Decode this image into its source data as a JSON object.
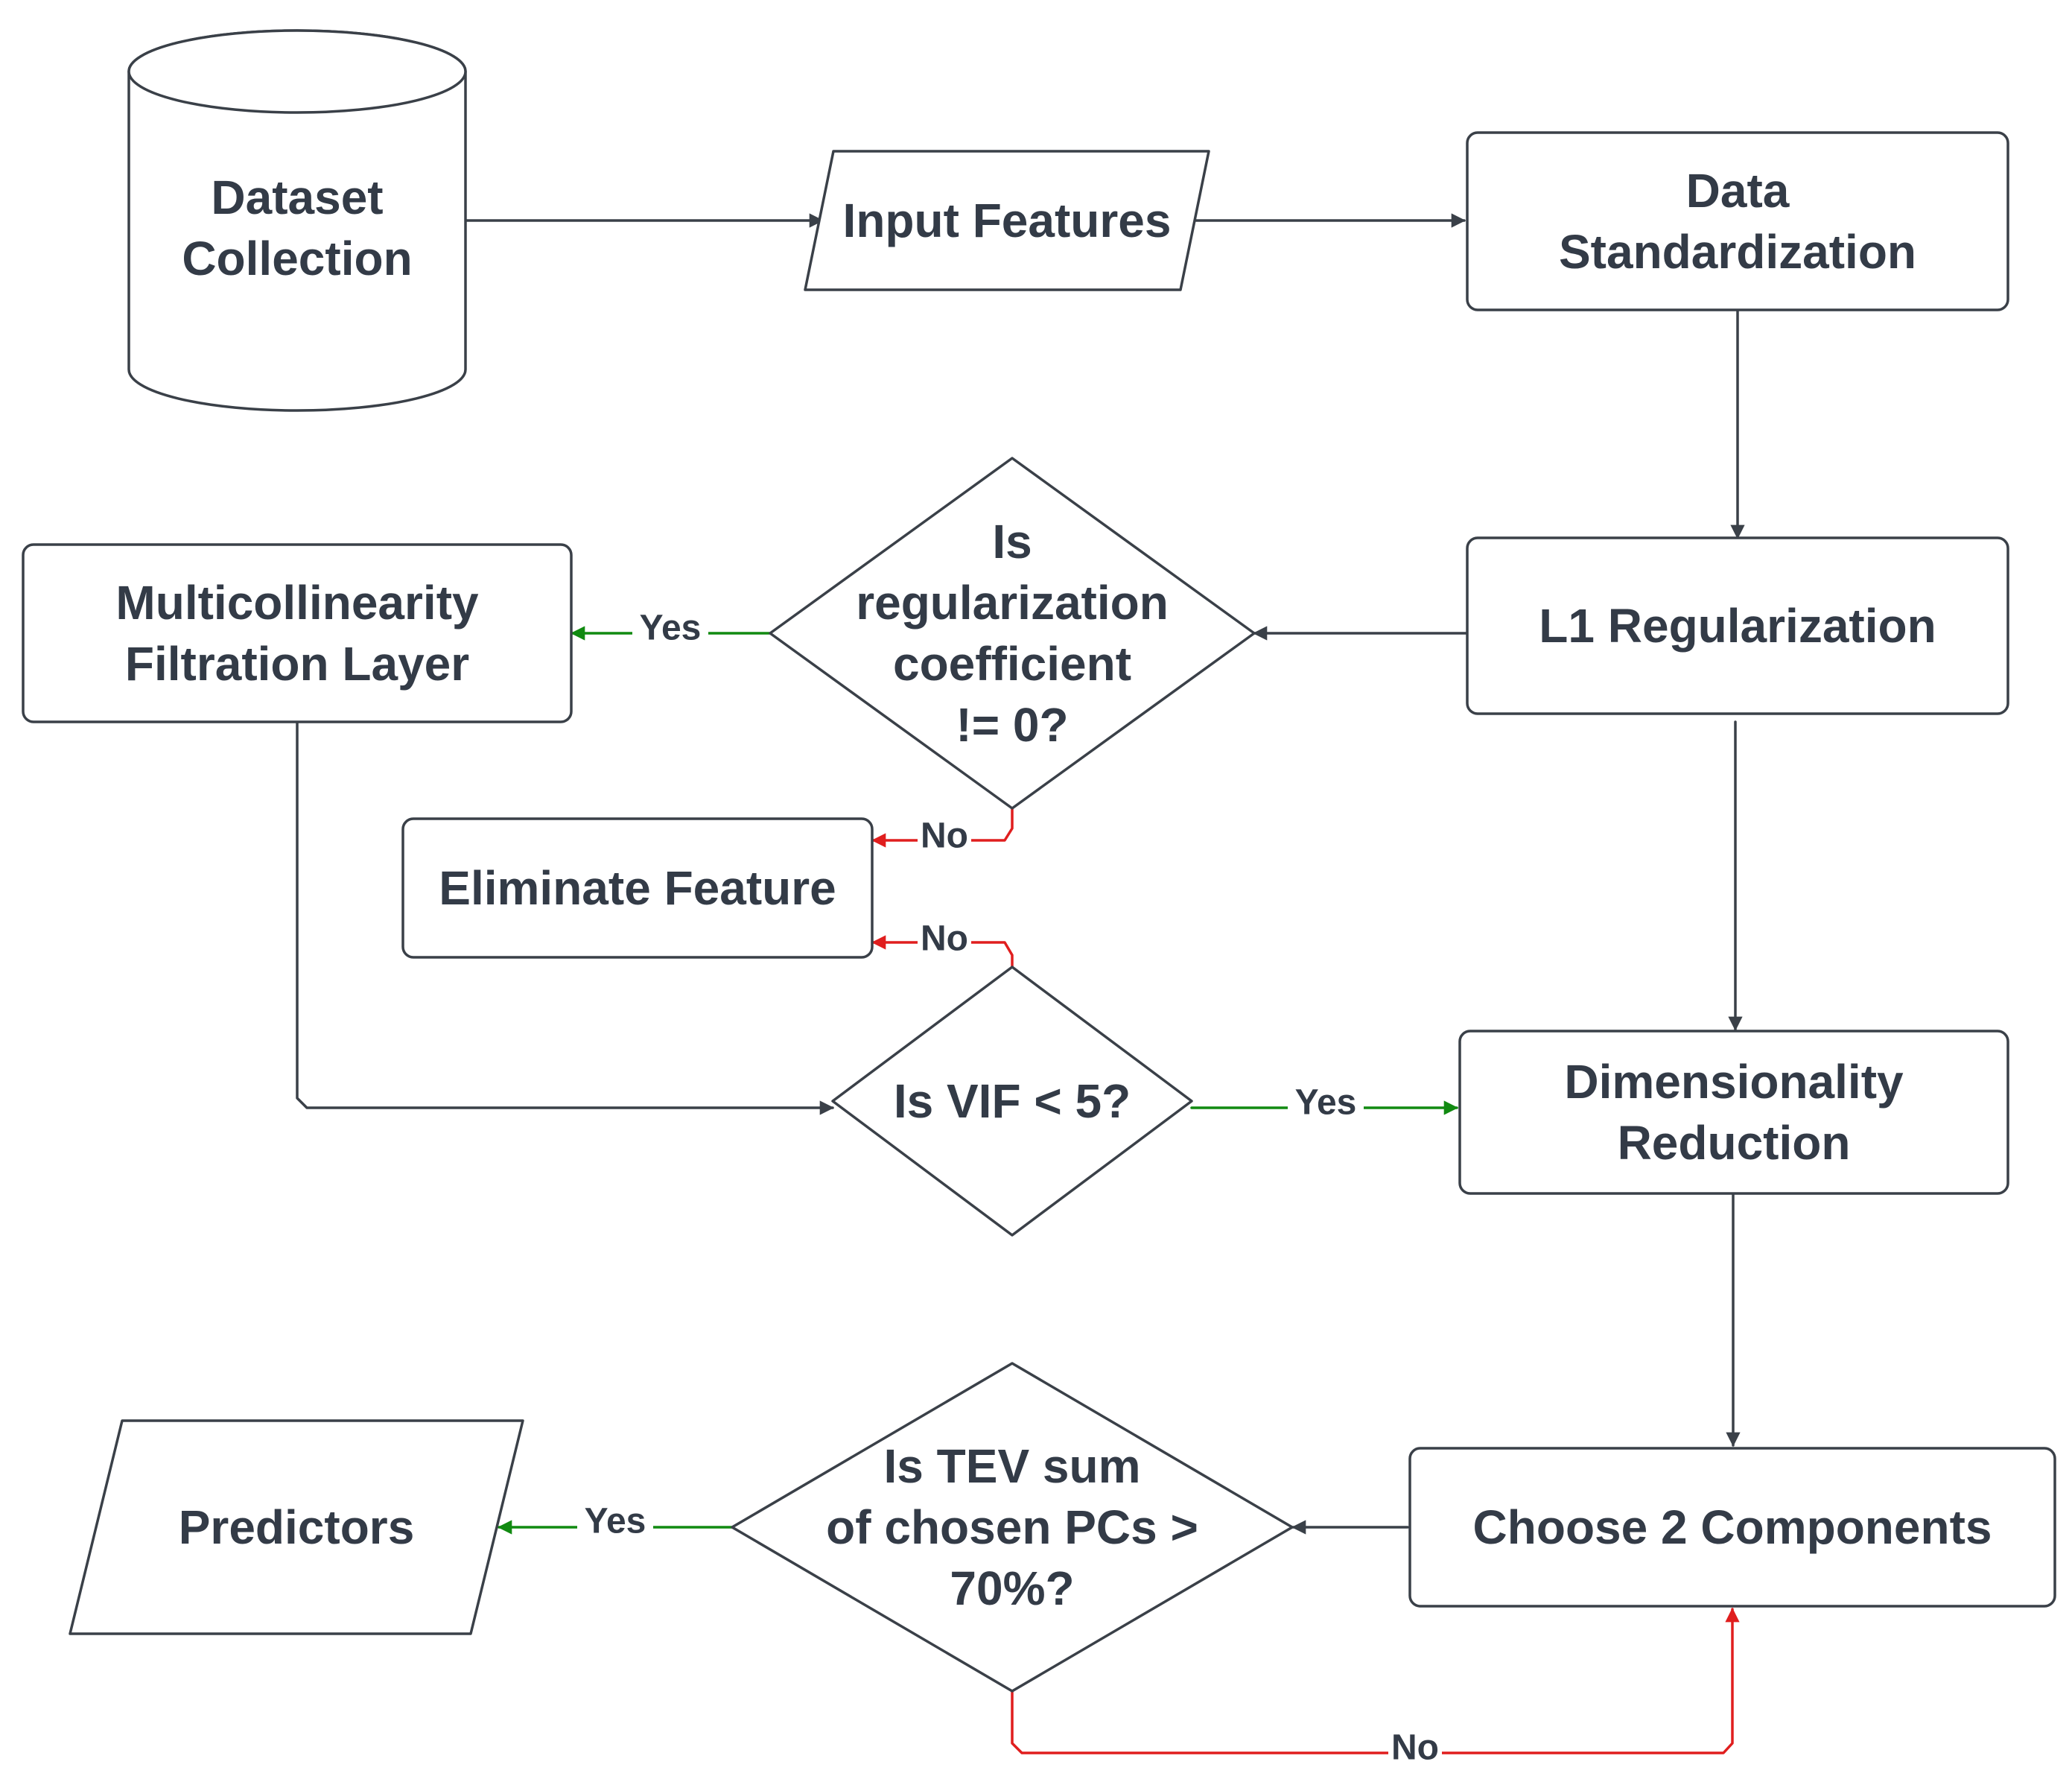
{
  "colors": {
    "stroke": "#3a4048",
    "text": "#333b47",
    "yes": "#118a11",
    "no": "#e01e1e",
    "background": "#ffffff"
  },
  "nodes": {
    "dataset": {
      "shape": "cylinder",
      "lines": [
        "Dataset",
        "Collection"
      ]
    },
    "input_features": {
      "shape": "parallelogram",
      "lines": [
        "Input Features"
      ]
    },
    "standardization": {
      "shape": "rectangle",
      "lines": [
        "Data",
        "Standardization"
      ]
    },
    "l1": {
      "shape": "rectangle",
      "lines": [
        "L1 Regularization"
      ]
    },
    "reg_decision": {
      "shape": "diamond",
      "lines": [
        "Is",
        "regularization",
        "coefficient",
        "!= 0?"
      ]
    },
    "multicollinearity": {
      "shape": "rectangle",
      "lines": [
        "Multicollinearity",
        "Filtration Layer"
      ]
    },
    "eliminate": {
      "shape": "rectangle",
      "lines": [
        "Eliminate Feature"
      ]
    },
    "vif_decision": {
      "shape": "diamond",
      "lines": [
        "Is VIF < 5?"
      ]
    },
    "dimred": {
      "shape": "rectangle",
      "lines": [
        "Dimensionality",
        "Reduction"
      ]
    },
    "choose": {
      "shape": "rectangle",
      "lines": [
        "Choose 2 Components"
      ]
    },
    "tev_decision": {
      "shape": "diamond",
      "lines": [
        "Is TEV sum",
        "of chosen PCs >",
        "70%?"
      ]
    },
    "predictors": {
      "shape": "parallelogram",
      "lines": [
        "Predictors"
      ]
    }
  },
  "edges": [
    {
      "from": "dataset",
      "to": "input_features",
      "label": "",
      "kind": "plain"
    },
    {
      "from": "input_features",
      "to": "standardization",
      "label": "",
      "kind": "plain"
    },
    {
      "from": "standardization",
      "to": "l1",
      "label": "",
      "kind": "plain"
    },
    {
      "from": "l1",
      "to": "reg_decision",
      "label": "",
      "kind": "plain"
    },
    {
      "from": "reg_decision",
      "to": "multicollinearity",
      "label": "Yes",
      "kind": "yes"
    },
    {
      "from": "reg_decision",
      "to": "eliminate",
      "label": "No",
      "kind": "no"
    },
    {
      "from": "vif_decision",
      "to": "eliminate",
      "label": "No",
      "kind": "no"
    },
    {
      "from": "multicollinearity",
      "to": "vif_decision",
      "label": "",
      "kind": "plain"
    },
    {
      "from": "vif_decision",
      "to": "dimred",
      "label": "Yes",
      "kind": "yes"
    },
    {
      "from": "l1",
      "to": "dimred",
      "label": "",
      "kind": "plain"
    },
    {
      "from": "dimred",
      "to": "choose",
      "label": "",
      "kind": "plain"
    },
    {
      "from": "choose",
      "to": "tev_decision",
      "label": "",
      "kind": "plain"
    },
    {
      "from": "tev_decision",
      "to": "predictors",
      "label": "Yes",
      "kind": "yes"
    },
    {
      "from": "tev_decision",
      "to": "choose",
      "label": "No",
      "kind": "no"
    }
  ]
}
